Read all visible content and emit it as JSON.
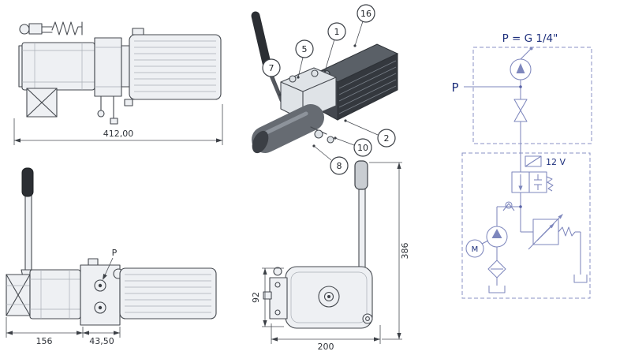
{
  "sheet": {
    "background": "#ffffff"
  },
  "views": {
    "top_side": {
      "length_dim": "412,00"
    },
    "bottom_side": {
      "port_label": "P",
      "dim_left": "156",
      "dim_right": "43,50"
    },
    "end_view": {
      "dim_depth": "92",
      "dim_width": "200",
      "dim_height": "386"
    },
    "isometric": {
      "callouts": [
        {
          "id": "16"
        },
        {
          "id": "1"
        },
        {
          "id": "5"
        },
        {
          "id": "7"
        },
        {
          "id": "2"
        },
        {
          "id": "10"
        },
        {
          "id": "8"
        }
      ]
    },
    "schematic": {
      "title": "P = G 1/4\"",
      "port_label": "P",
      "voltage_label": "12 V",
      "motor_label": "M"
    }
  },
  "colors": {
    "outline": "#45494f",
    "dimension": "#3c4046",
    "schematic_line": "#7e87bd",
    "schematic_text": "#1d2f7c",
    "lever_dark": "#2b2e33"
  }
}
